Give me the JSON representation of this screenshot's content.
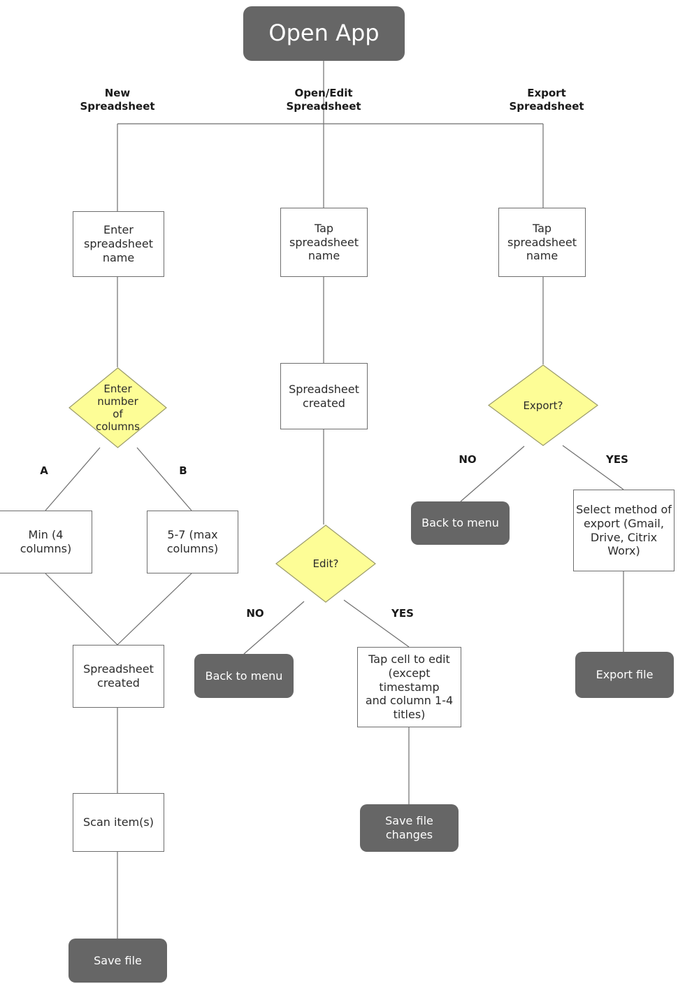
{
  "diagram": {
    "title_node": {
      "label": "Open App"
    },
    "branch_labels": [
      {
        "id": "new",
        "text": "New\nSpreadsheet"
      },
      {
        "id": "openedit",
        "text": "Open/Edit\nSpreadsheet"
      },
      {
        "id": "export",
        "text": "Export\nSpreadsheet"
      }
    ],
    "nodes": {
      "enter_name": {
        "label": "Enter\nspreadsheet\nname",
        "type": "process"
      },
      "tap_name_mid": {
        "label": "Tap\nspreadsheet\nname",
        "type": "process"
      },
      "tap_name_right": {
        "label": "Tap\nspreadsheet\nname",
        "type": "process"
      },
      "enter_columns": {
        "label": "Enter\nnumber\nof\ncolumns",
        "type": "decision"
      },
      "sheet_created_mid": {
        "label": "Spreadsheet\ncreated",
        "type": "process"
      },
      "export_q": {
        "label": "Export?",
        "type": "decision"
      },
      "min_cols": {
        "label": "Min (4\ncolumns)",
        "type": "process"
      },
      "max_cols": {
        "label": "5-7 (max\ncolumns)",
        "type": "process"
      },
      "edit_q": {
        "label": "Edit?",
        "type": "decision"
      },
      "back_to_menu_export": {
        "label": "Back to menu",
        "type": "terminator"
      },
      "select_export_method": {
        "label": "Select method of\nexport (Gmail,\nDrive, Citrix\nWorx)",
        "type": "process"
      },
      "sheet_created_left": {
        "label": "Spreadsheet\ncreated",
        "type": "process"
      },
      "back_to_menu_edit": {
        "label": "Back to menu",
        "type": "terminator"
      },
      "tap_cell_edit": {
        "label": "Tap cell to edit\n(except timestamp\nand column 1-4\ntitles)",
        "type": "process"
      },
      "export_file": {
        "label": "Export file",
        "type": "terminator"
      },
      "scan_items": {
        "label": "Scan item(s)",
        "type": "process"
      },
      "save_file_changes": {
        "label": "Save file\nchanges",
        "type": "terminator"
      },
      "save_file": {
        "label": "Save file",
        "type": "terminator"
      }
    },
    "edge_labels": {
      "col_a": "A",
      "col_b": "B",
      "export_no": "NO",
      "export_yes": "YES",
      "edit_no": "NO",
      "edit_yes": "YES"
    },
    "colors": {
      "terminator_fill": "#666666",
      "decision_fill": "#fdfd96",
      "process_stroke": "#6e6e6e",
      "connector_stroke": "#6e6e6e",
      "text_dark": "#2b2b2b",
      "text_light": "#ffffff",
      "background": "#ffffff"
    }
  }
}
